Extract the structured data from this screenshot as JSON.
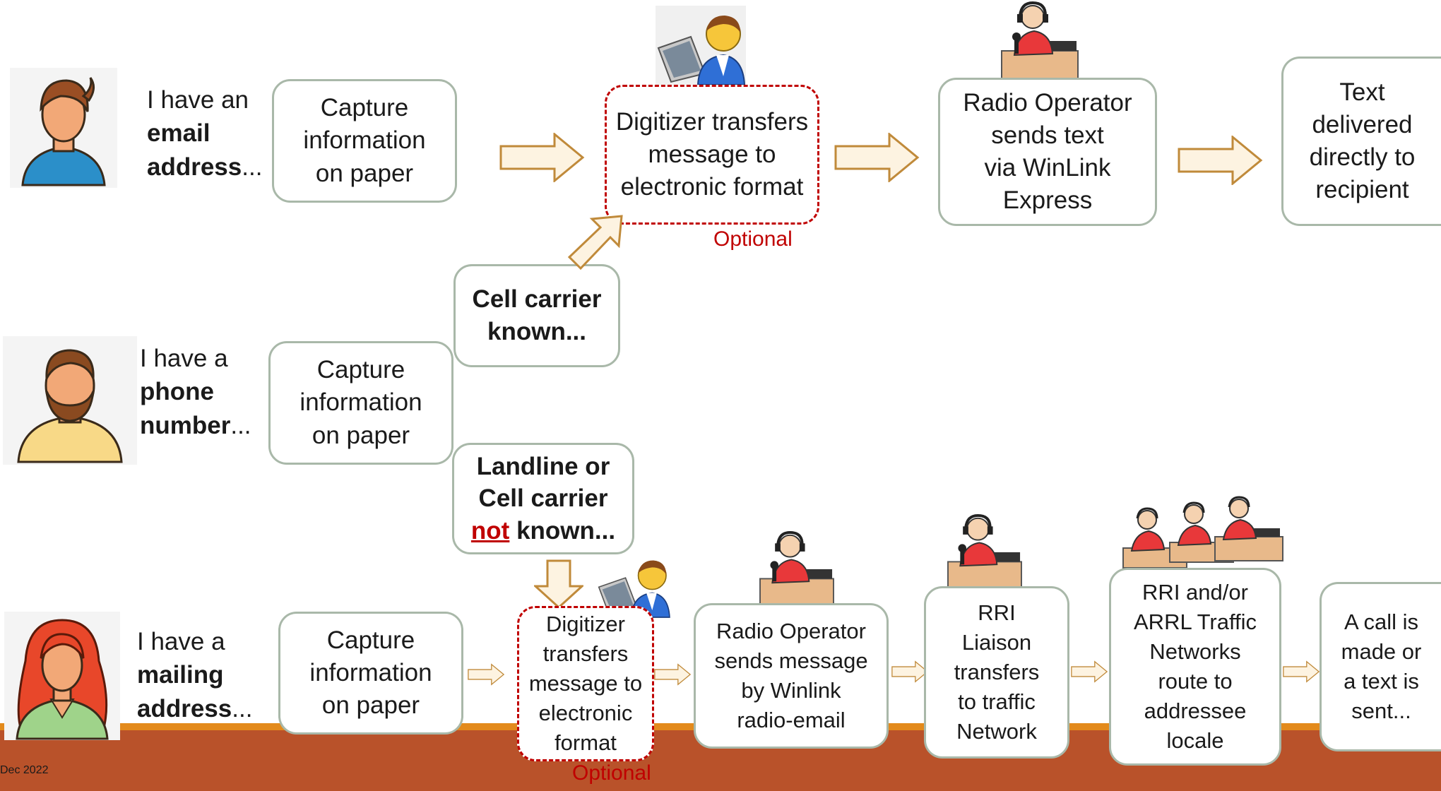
{
  "rows": {
    "email": {
      "intro_pre": "I have an",
      "intro_bold_1": "email",
      "intro_bold_2": "address",
      "intro_post": "...",
      "capture_lines": [
        "Capture",
        "information",
        "on paper"
      ],
      "digitizer_lines": [
        "Digitizer transfers",
        "message to",
        "electronic format"
      ],
      "optional_label": "Optional",
      "radio_lines": [
        "Radio Operator",
        "sends text",
        "via WinLink",
        "Express"
      ],
      "delivered_lines": [
        "Text",
        "delivered",
        "directly to",
        "recipient"
      ]
    },
    "phone": {
      "intro_pre": "I have a",
      "intro_bold_1": "phone",
      "intro_bold_2": "number",
      "intro_post": "...",
      "capture_lines": [
        "Capture",
        "information",
        "on paper"
      ],
      "cell_known_lines": [
        "Cell carrier",
        "known..."
      ],
      "landline_line_1": "Landline or",
      "landline_line_2": "Cell carrier",
      "landline_not": "not",
      "landline_known": " known..."
    },
    "mail": {
      "intro_pre": "I have a",
      "intro_bold_1": "mailing",
      "intro_bold_2": "address",
      "intro_post": "...",
      "capture_lines": [
        "Capture",
        "information",
        "on paper"
      ],
      "digitizer_lines": [
        "Digitizer",
        "transfers",
        "message to",
        "electronic",
        "format"
      ],
      "optional_label": "Optional",
      "radio_lines": [
        "Radio Operator",
        "sends message",
        "by Winlink",
        "radio-email"
      ],
      "rri_lines": [
        "RRI",
        "Liaison",
        "transfers",
        "to traffic",
        "Network"
      ],
      "networks_lines": [
        "RRI and/or",
        "ARRL Traffic",
        "Networks",
        "route to",
        "addressee",
        "locale"
      ],
      "call_lines": [
        "A call is",
        "made or",
        "a text is",
        "sent..."
      ]
    }
  },
  "footer": {
    "date": "Dec 2022"
  },
  "colors": {
    "box_border": "#a9b8a9",
    "dashed_border": "#c00000",
    "arrow_fill": "#fdf3e1",
    "arrow_stroke": "#c08a3a",
    "footer_band": "#b9522a",
    "footer_stripe": "#e38a1c"
  },
  "icons": [
    "woman-avatar-icon",
    "man-avatar-icon",
    "redhead-woman-avatar-icon",
    "computer-user-icon",
    "radio-operator-icon",
    "radio-operators-group-icon"
  ]
}
